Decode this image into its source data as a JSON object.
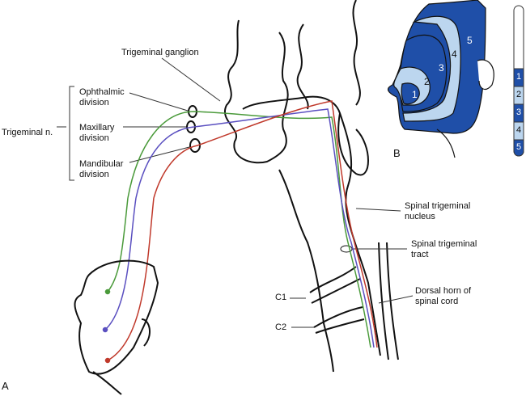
{
  "panel_a": {
    "letter": "A",
    "labels": {
      "trigeminal_ganglion": "Trigeminal ganglion",
      "trigeminal_n": "Trigeminal n.",
      "ophthalmic_1": "Ophthalmic",
      "ophthalmic_2": "division",
      "maxillary_1": "Maxillary",
      "maxillary_2": "division",
      "mandibular_1": "Mandibular",
      "mandibular_2": "division",
      "spinal_nucleus_1": "Spinal trigeminal",
      "spinal_nucleus_2": "nucleus",
      "spinal_tract_1": "Spinal trigeminal",
      "spinal_tract_2": "tract",
      "dorsal_horn_1": "Dorsal horn of",
      "dorsal_horn_2": "spinal cord",
      "c1": "C1",
      "c2": "C2"
    },
    "pathway_colors": {
      "ophthalmic": "#4a9a3a",
      "maxillary": "#5a4fc0",
      "mandibular": "#c0392b"
    }
  },
  "panel_b": {
    "letter": "B",
    "zones": [
      "1",
      "2",
      "3",
      "4",
      "5"
    ],
    "colors": {
      "dark": "#1f4fa8",
      "light": "#bcd6ef"
    },
    "scale": [
      "1",
      "2",
      "3",
      "4",
      "5"
    ]
  }
}
